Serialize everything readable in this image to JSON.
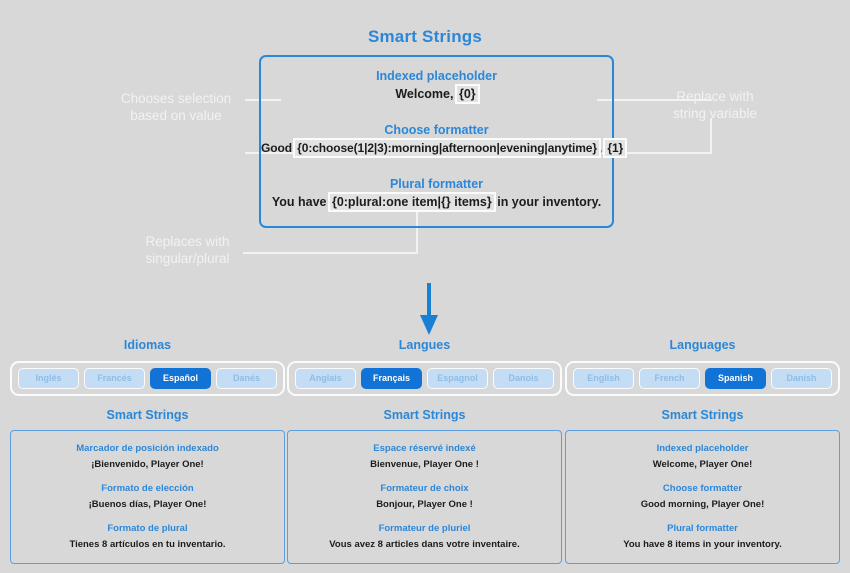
{
  "header": {
    "title": "Smart Strings"
  },
  "demo": {
    "rows": [
      {
        "label": "Indexed placeholder",
        "prefix": "Welcome, ",
        "token": "{0}",
        "suffix": ""
      },
      {
        "label": "Choose formatter",
        "prefix": "Good ",
        "token": "{0:choose(1|2|3):morning|afternoon|evening|anytime}",
        "token2": "{1}",
        "suffix": ""
      },
      {
        "label": "Plural formatter",
        "prefix": "You have ",
        "token": "{0:plural:one item|{} items}",
        "suffix": " in your inventory."
      }
    ]
  },
  "annotations": {
    "left_top": "Chooses selection\nbased on value",
    "right_top": "Replace with\nstring variable",
    "left_bottom": "Replaces with\nsingular/plural"
  },
  "arrow": {
    "name": "down-arrow",
    "color": "#1a80d4"
  },
  "panels": [
    {
      "id": "es",
      "heading": "Idiomas",
      "options": [
        {
          "label": "Inglés",
          "selected": false
        },
        {
          "label": "Francés",
          "selected": false
        },
        {
          "label": "Español",
          "selected": true
        },
        {
          "label": "Danés",
          "selected": false
        }
      ],
      "card_title": "Smart Strings",
      "results": [
        {
          "label": "Marcador de posición indexado",
          "value": "¡Bienvenido, Player One!"
        },
        {
          "label": "Formato de elección",
          "value": "¡Buenos días, Player One!"
        },
        {
          "label": "Formato de plural",
          "value": "Tienes 8 artículos en tu inventario."
        }
      ]
    },
    {
      "id": "fr",
      "heading": "Langues",
      "options": [
        {
          "label": "Anglais",
          "selected": false
        },
        {
          "label": "Français",
          "selected": true
        },
        {
          "label": "Espagnol",
          "selected": false
        },
        {
          "label": "Danois",
          "selected": false
        }
      ],
      "card_title": "Smart Strings",
      "results": [
        {
          "label": "Espace réservé indexé",
          "value": "Bienvenue, Player One !"
        },
        {
          "label": "Formateur de choix",
          "value": "Bonjour, Player One !"
        },
        {
          "label": "Formateur de pluriel",
          "value": "Vous avez 8 articles dans votre inventaire."
        }
      ]
    },
    {
      "id": "en",
      "heading": "Languages",
      "options": [
        {
          "label": "English",
          "selected": false
        },
        {
          "label": "French",
          "selected": false
        },
        {
          "label": "Spanish",
          "selected": true
        },
        {
          "label": "Danish",
          "selected": false
        }
      ],
      "card_title": "Smart Strings",
      "results": [
        {
          "label": "Indexed placeholder",
          "value": "Welcome, Player One!"
        },
        {
          "label": "Choose formatter",
          "value": "Good morning, Player One!"
        },
        {
          "label": "Plural formatter",
          "value": "You have 8 items in your inventory."
        }
      ]
    }
  ],
  "colors": {
    "background": "#d8d8d8",
    "accent_blue": "#2b87d8",
    "selected_blue": "#1273d6",
    "pill_fill": "#c4ddf4",
    "pill_text": "#8ebde6",
    "annotation_white": "#f2f2f2"
  }
}
